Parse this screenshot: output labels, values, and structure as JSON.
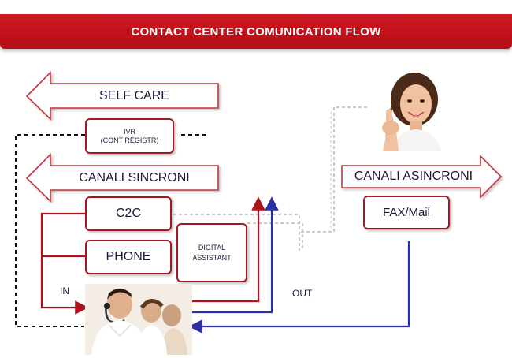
{
  "title": "CONTACT CENTER COMUNICATION  FLOW",
  "arrows": {
    "self_care": "SELF CARE",
    "canali_sincroni": "CANALI SINCRONI",
    "canali_asincroni": "CANALI ASINCRONI"
  },
  "boxes": {
    "ivr_line1": "IVR",
    "ivr_line2": "(CONT REGISTR)",
    "c2c": "C2C",
    "phone": "PHONE",
    "digital_assistant_line1": "DIGITAL",
    "digital_assistant_line2": "ASSISTANT",
    "fax_mail": "FAX/Mail"
  },
  "labels": {
    "in": "IN",
    "out": "OUT"
  },
  "colors": {
    "banner": "#c8131d",
    "box_border": "#a51823",
    "in_flow": "#b0121c",
    "out_flow": "#2b2fa8",
    "dashed_black": "#111111",
    "dashed_gray": "#b8b8b8"
  }
}
